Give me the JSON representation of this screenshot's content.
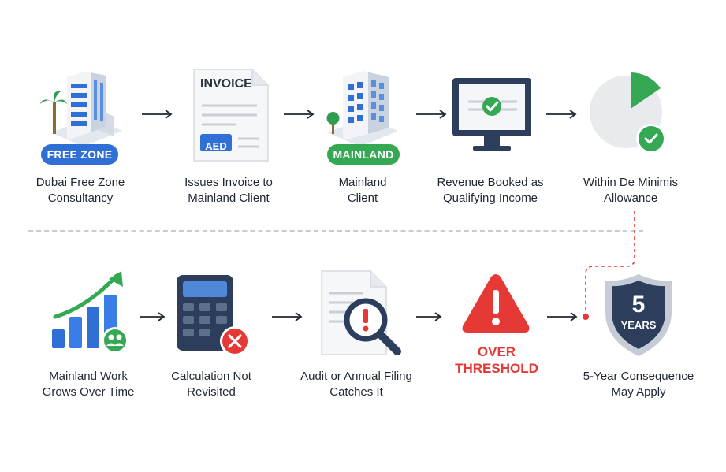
{
  "row1": {
    "step1": {
      "badge": "FREE ZONE",
      "caption_line1": "Dubai Free Zone",
      "caption_line2": "Consultancy"
    },
    "step2": {
      "doc_title": "INVOICE",
      "currency": "AED",
      "caption_line1": "Issues Invoice to",
      "caption_line2": "Mainland Client"
    },
    "step3": {
      "badge": "MAINLAND",
      "caption_line1": "Mainland",
      "caption_line2": "Client"
    },
    "step4": {
      "caption_line1": "Revenue Booked as",
      "caption_line2": "Qualifying Income"
    },
    "step5": {
      "caption_line1": "Within De Minimis",
      "caption_line2": "Allowance"
    }
  },
  "row2": {
    "step1": {
      "caption_line1": "Mainland Work",
      "caption_line2": "Grows Over Time"
    },
    "step2": {
      "caption_line1": "Calculation Not",
      "caption_line2": "Revisited"
    },
    "step3": {
      "caption_line1": "Audit or Annual Filing",
      "caption_line2": "Catches It"
    },
    "step4": {
      "label_line1": "OVER",
      "label_line2": "THRESHOLD"
    },
    "step5": {
      "shield_number": "5",
      "shield_text": "YEARS",
      "caption_line1": "5-Year Consequence",
      "caption_line2": "May Apply"
    }
  },
  "colors": {
    "blue": "#2f6fd6",
    "green": "#34a853",
    "red": "#e53935",
    "navy": "#2c3e5c"
  }
}
